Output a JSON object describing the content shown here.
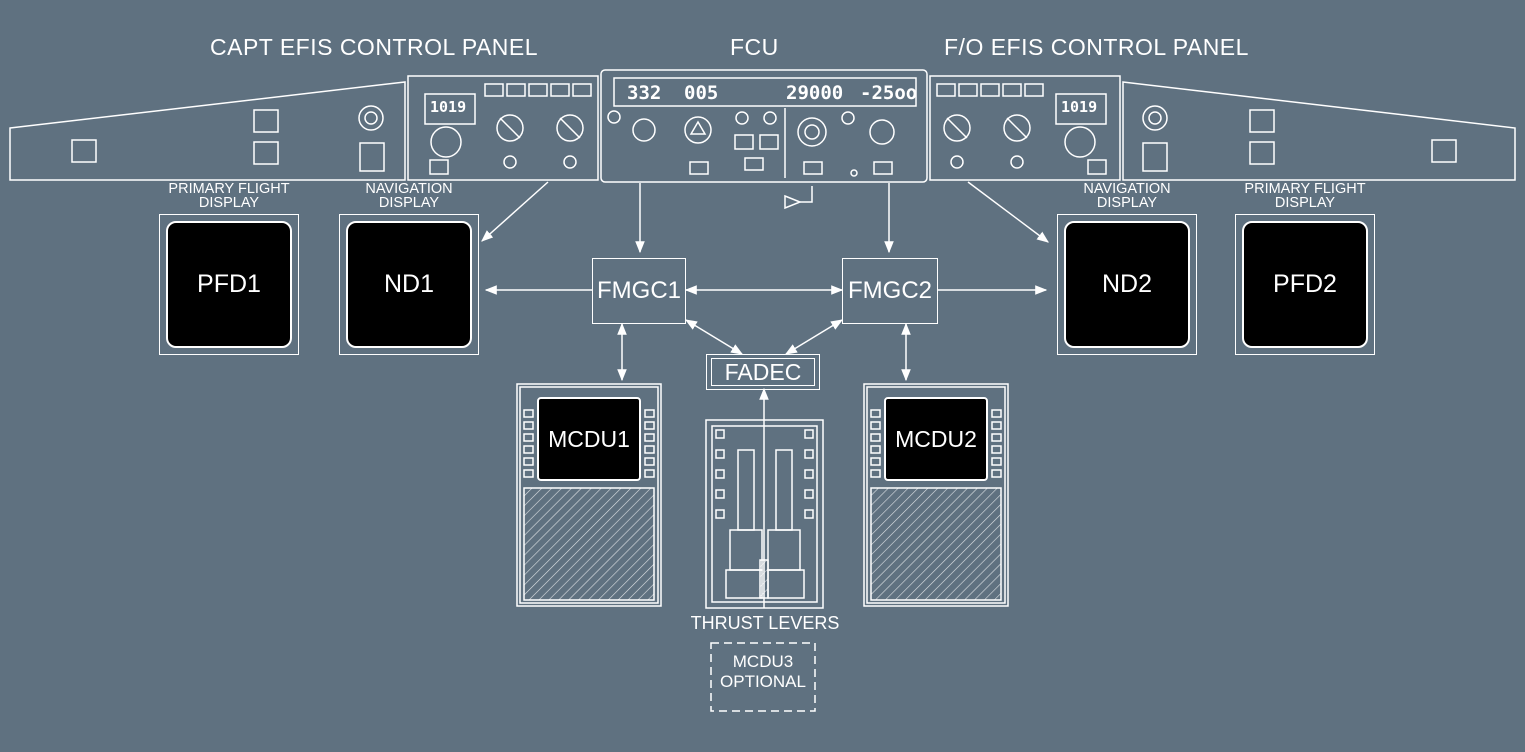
{
  "panels": {
    "capt_efis": "CAPT EFIS CONTROL PANEL",
    "fcu": "FCU",
    "fo_efis": "F/O EFIS CONTROL PANEL"
  },
  "fcu_display": {
    "speed": "332",
    "heading": "005",
    "altitude": "29000",
    "vs": "-25oo"
  },
  "efis_baro": {
    "capt": "1019",
    "fo": "1019"
  },
  "displays": {
    "pfd1_caption": "PRIMARY FLIGHT\nDISPLAY",
    "nd1_caption": "NAVIGATION\nDISPLAY",
    "nd2_caption": "NAVIGATION\nDISPLAY",
    "pfd2_caption": "PRIMARY FLIGHT\nDISPLAY",
    "pfd1": "PFD1",
    "nd1": "ND1",
    "nd2": "ND2",
    "pfd2": "PFD2"
  },
  "computers": {
    "fmgc1": "FMGC1",
    "fmgc2": "FMGC2",
    "fadec": "FADEC"
  },
  "mcdus": {
    "mcdu1": "MCDU1",
    "mcdu2": "MCDU2",
    "mcdu3_line1": "MCDU3",
    "mcdu3_line2": "OPTIONAL"
  },
  "thrust": {
    "label": "THRUST LEVERS"
  },
  "colors": {
    "background": "#5f7180",
    "line": "#ffffff",
    "screen": "#000000"
  }
}
